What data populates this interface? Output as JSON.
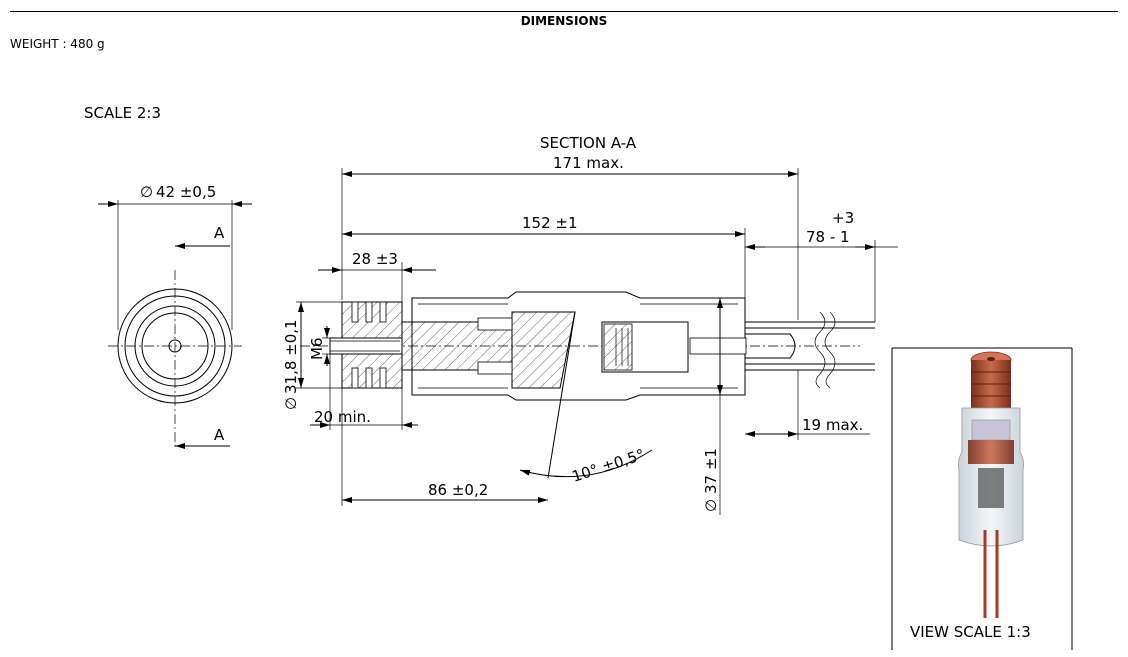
{
  "header": {
    "title": "DIMENSIONS",
    "weight": "WEIGHT : 480 g"
  },
  "drawing": {
    "scale_label": "SCALE 2:3",
    "section_label": "SECTION A-A",
    "section_marker_top": "A",
    "section_marker_bottom": "A",
    "dimensions": {
      "outer_diameter": "42 ±0,5",
      "overall_length": "171 max.",
      "body_length": "152 ±1",
      "lead_length_upper": "+3",
      "lead_length": "78 - 1",
      "head_length": "28 ±3",
      "head_diameter": "31,8 ±0,1",
      "thread": "M6",
      "thread_depth": "20 min.",
      "cut_length": "86 ±0,2",
      "angle": "10° ±0,5°",
      "tube_diameter": "37 ±1",
      "lead_extension": "19 max."
    },
    "diameter_symbol": "∅",
    "view_label": "VIEW SCALE 1:3"
  },
  "colors": {
    "line": "#000000",
    "copper": "#b5553a",
    "glass": "#e8eef2"
  }
}
